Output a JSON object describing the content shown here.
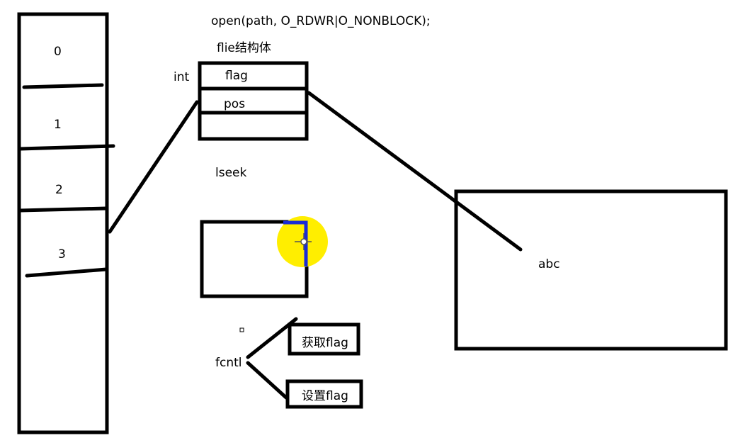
{
  "code_line": "open(path, O_RDWR|O_NONBLOCK);",
  "struct_title": "flie结构体",
  "fd_table": {
    "entries": [
      "0",
      "1",
      "2",
      "3"
    ]
  },
  "file_struct": {
    "type_label": "int",
    "fields": [
      "flag",
      "pos",
      ""
    ]
  },
  "lseek_label": "lseek",
  "target_box_label": "abc",
  "fcntl": {
    "label": "fcntl",
    "get_flag": "获取flag",
    "set_flag": "设置flag"
  },
  "colors": {
    "stroke": "#000000",
    "highlight": "#ffee00",
    "cursor_edge": "#1a2bd6"
  }
}
